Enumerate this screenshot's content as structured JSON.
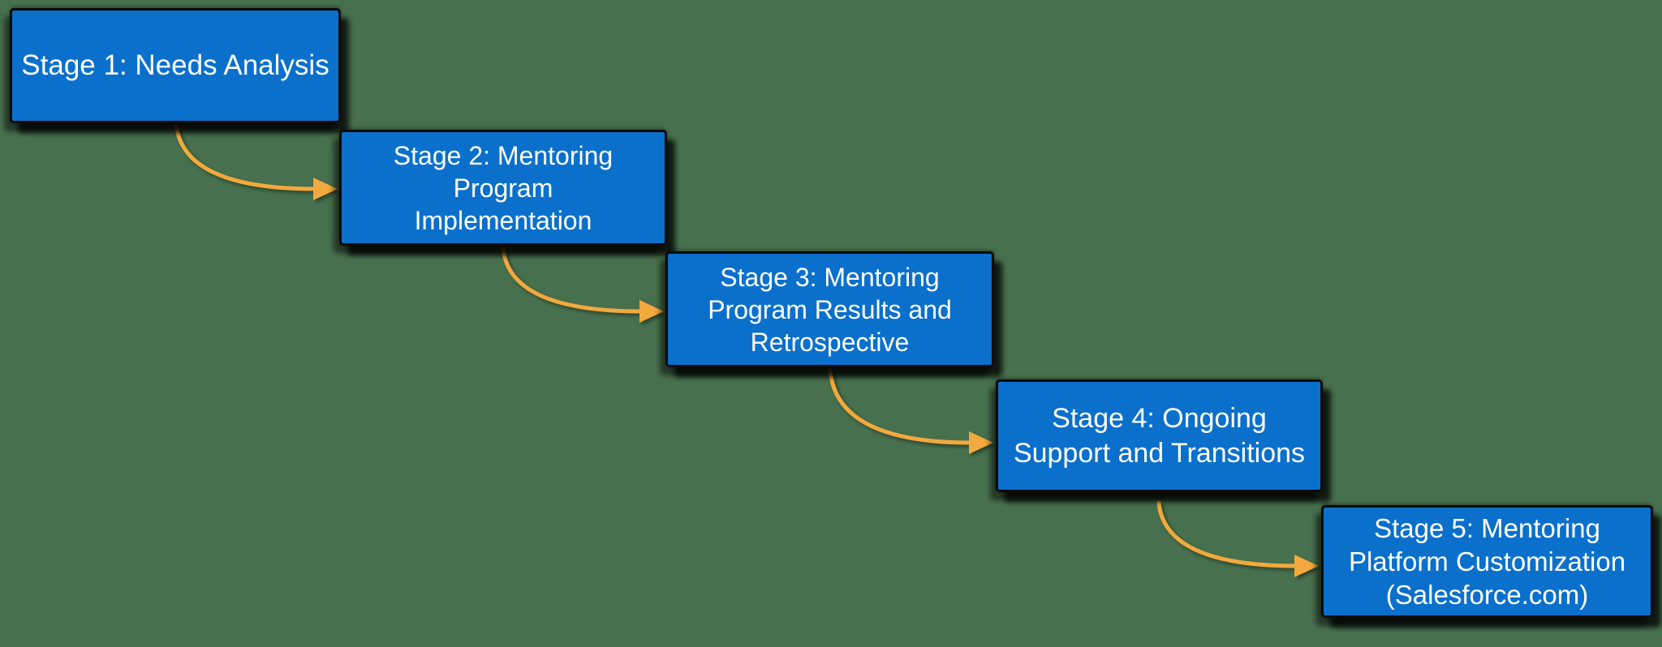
{
  "diagram": {
    "type": "staircase-process-flow",
    "description": "Five-stage mentoring program process, stepped top-left to bottom-right, connected by curved arrows"
  },
  "colors": {
    "background": "#47714E",
    "box_fill": "#0B70CC",
    "box_border": "#0B0B0B",
    "text": "#FFFFFF",
    "arrow": "#F3A93D"
  },
  "stages": [
    {
      "title": "Stage 1: Needs Analysis",
      "lines": [
        "Stage 1: Needs Analysis"
      ]
    },
    {
      "title": "Stage 2: Mentoring Program Implementation",
      "lines": [
        "Stage 2: Mentoring",
        "Program",
        "Implementation"
      ]
    },
    {
      "title": "Stage 3: Mentoring Program Results and Retrospective",
      "lines": [
        "Stage 3: Mentoring",
        "Program Results and",
        "Retrospective"
      ]
    },
    {
      "title": "Stage 4: Ongoing Support and Transitions",
      "lines": [
        "Stage 4: Ongoing",
        "Support and Transitions"
      ]
    },
    {
      "title": "Stage 5: Mentoring Platform Customization (Salesforce.com)",
      "lines": [
        "Stage 5: Mentoring",
        "Platform Customization",
        "(Salesforce.com)"
      ]
    }
  ]
}
